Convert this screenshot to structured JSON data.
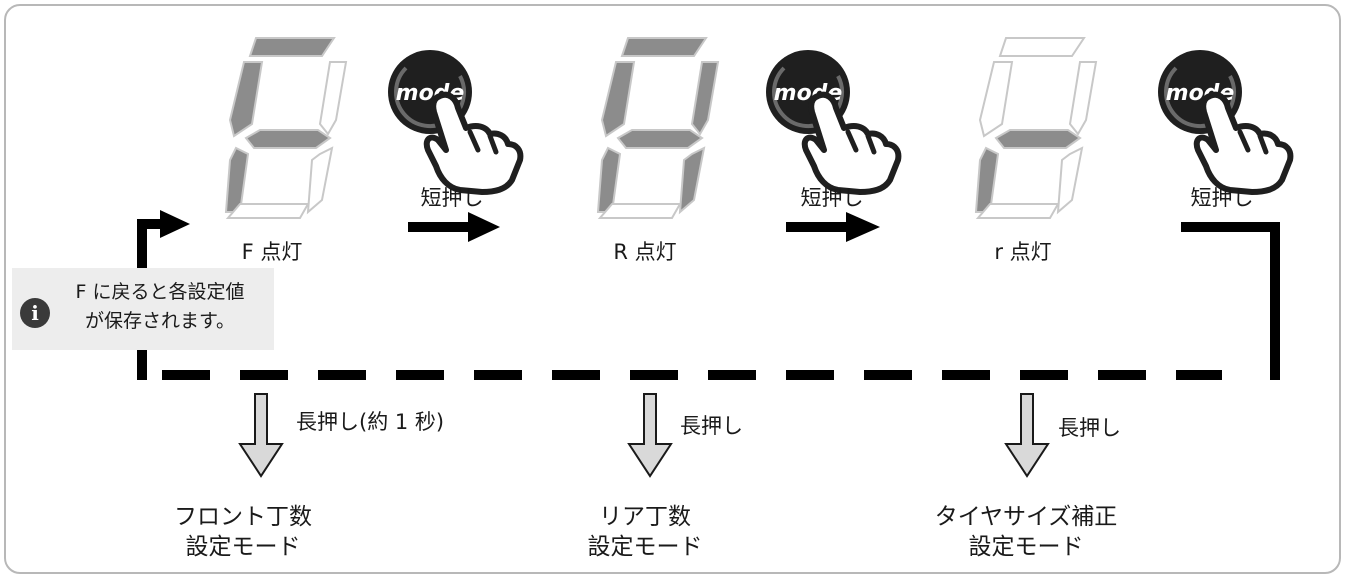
{
  "steps": [
    {
      "state_label": "F 点灯",
      "press_label": "短押し",
      "hold_label": "長押し(約 1 秒)",
      "mode_line1": "フロント丁数",
      "mode_line2": "設定モード"
    },
    {
      "state_label": "R 点灯",
      "press_label": "短押し",
      "hold_label": "長押し",
      "mode_line1": "リア丁数",
      "mode_line2": "設定モード"
    },
    {
      "state_label": "r 点灯",
      "press_label": "短押し",
      "hold_label": "長押し",
      "mode_line1": "タイヤサイズ補正",
      "mode_line2": "設定モード"
    }
  ],
  "button_label": "mode",
  "note": {
    "line1": "F に戻ると各設定値",
    "line2": "が保存されます。",
    "icon": "info-icon"
  },
  "colors": {
    "segment_on": "#8c8c8c",
    "segment_off": "#ffffff",
    "arrow": "#000000",
    "down_arrow_fill": "#d9d9d9"
  }
}
